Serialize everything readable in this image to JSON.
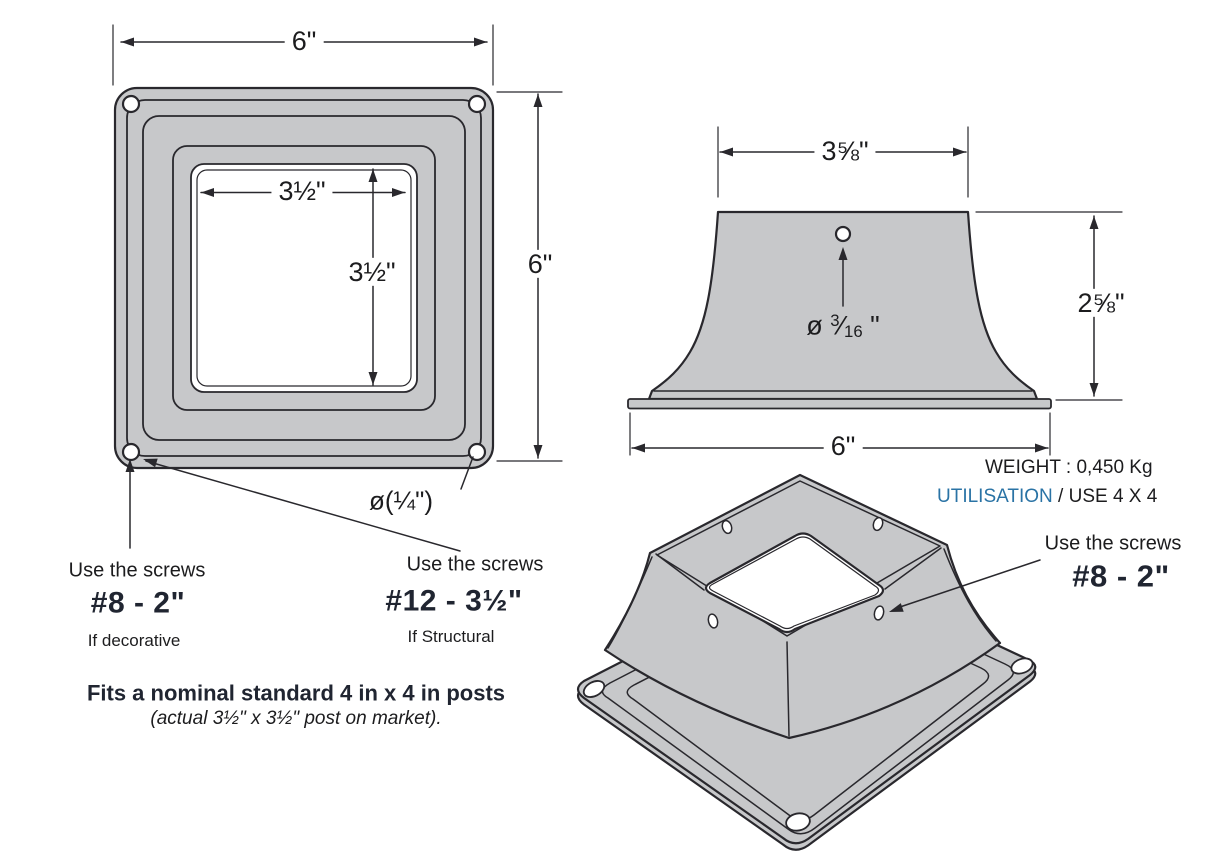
{
  "palette": {
    "white": "#ffffff",
    "fill_gray": "#c7c8ca",
    "line": "#29282d",
    "text": "#1c1c1e",
    "bold_text": "#202531",
    "blue": "#2a73a5"
  },
  "top_view": {
    "width": "6\"",
    "height": "6\"",
    "inner_width": "3½\"",
    "inner_height": "3½\"",
    "hole_dia": "ø(¼\")"
  },
  "side_view": {
    "top_width": "3⅝\"",
    "height": "2⅝\"",
    "base_width": "6\"",
    "hole_dia": {
      "symbol": "ø ",
      "num": "3",
      "slash": "⁄",
      "den": "16",
      "unit": " \""
    }
  },
  "screw_notes": {
    "left": {
      "intro": "Use the screws",
      "size": "#8 - 2\"",
      "condition": "If decorative"
    },
    "middle": {
      "intro": "Use the screws",
      "size": "#12 - 3½\"",
      "condition": "If Structural"
    },
    "right": {
      "intro": "Use the screws",
      "size": "#8 - 2\""
    }
  },
  "fit_note": {
    "bold": "Fits a nominal standard 4 in x 4 in posts",
    "italic": "(actual 3½\" x 3½\" post on market)."
  },
  "specs": {
    "weight": "WEIGHT : 0,450 Kg",
    "usage_fr": "UTILISATION",
    "usage_en": " / USE 4 X 4"
  }
}
